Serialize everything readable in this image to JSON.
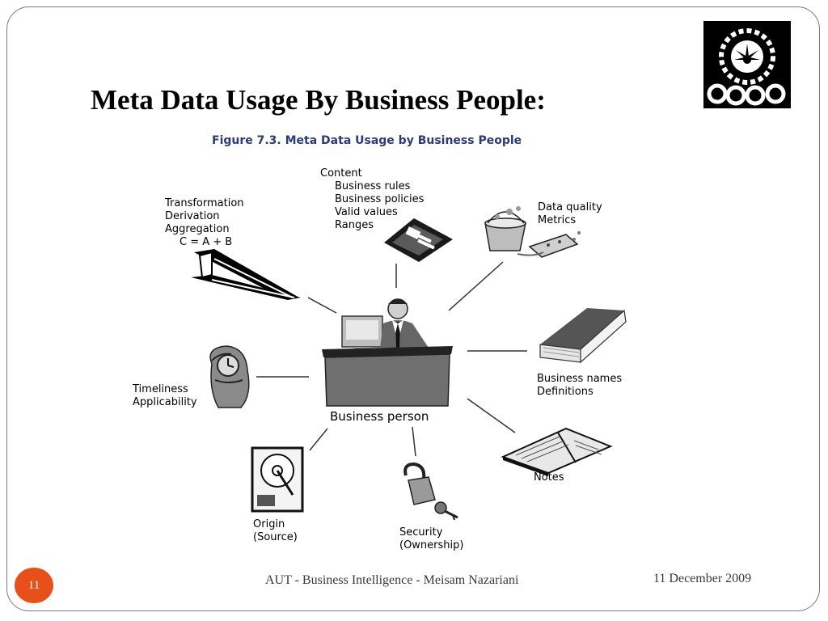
{
  "slide": {
    "title": "Meta Data Usage By Business People:",
    "figure_caption": "Figure 7.3. Meta Data Usage by Business People",
    "footer_text": "AUT - Business Intelligence - Meisam Nazariani",
    "footer_date": "11 December 2009",
    "slide_number": "11"
  },
  "diagram": {
    "center": "Business person",
    "transformation": [
      "Transformation",
      "Derivation",
      "Aggregation",
      "C = A + B"
    ],
    "content": {
      "heading": "Content",
      "items": [
        "Business rules",
        "Business policies",
        "Valid values",
        "Ranges"
      ]
    },
    "data_quality": [
      "Data quality",
      "Metrics"
    ],
    "business_names": [
      "Business names",
      "Definitions"
    ],
    "notes": "Notes",
    "security": [
      "Security",
      "(Ownership)"
    ],
    "origin": [
      "Origin",
      "(Source)"
    ],
    "timeliness": [
      "Timeliness",
      "Applicability"
    ]
  },
  "colors": {
    "accent": "#e8501a",
    "caption": "#2b3a78",
    "border": "#7a7a7a"
  },
  "icons": [
    "university-logo-icon",
    "i-beam-icon",
    "briefcase-icon",
    "bucket-sponge-icon",
    "book-icon",
    "notebook-icon",
    "padlock-key-icon",
    "hard-disk-icon",
    "clock-in-hand-icon",
    "person-at-desk-icon"
  ]
}
